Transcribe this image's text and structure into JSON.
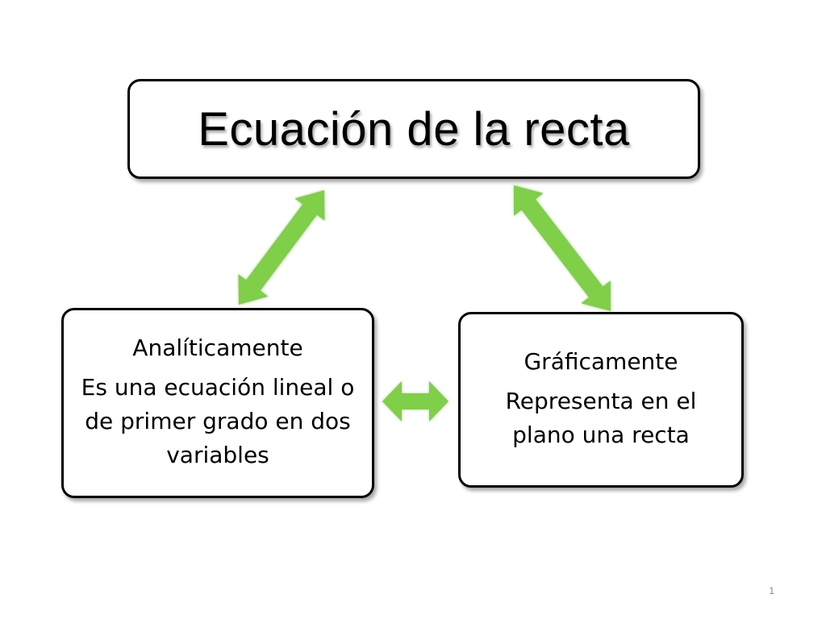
{
  "diagram": {
    "title": "Ecuación de la recta",
    "nodes": {
      "analytic": {
        "heading": "Analíticamente",
        "body": "Es una ecuación lineal o de primer grado en dos variables"
      },
      "graphic": {
        "heading": "Gráficamente",
        "body": "Representa en el plano una recta"
      }
    },
    "connections": [
      {
        "from": "title",
        "to": "analytic",
        "style": "double-arrow"
      },
      {
        "from": "title",
        "to": "graphic",
        "style": "double-arrow"
      },
      {
        "from": "analytic",
        "to": "graphic",
        "style": "double-arrow"
      }
    ],
    "arrow_color": "#7FCF4A"
  },
  "slide": {
    "page_number": "1"
  }
}
